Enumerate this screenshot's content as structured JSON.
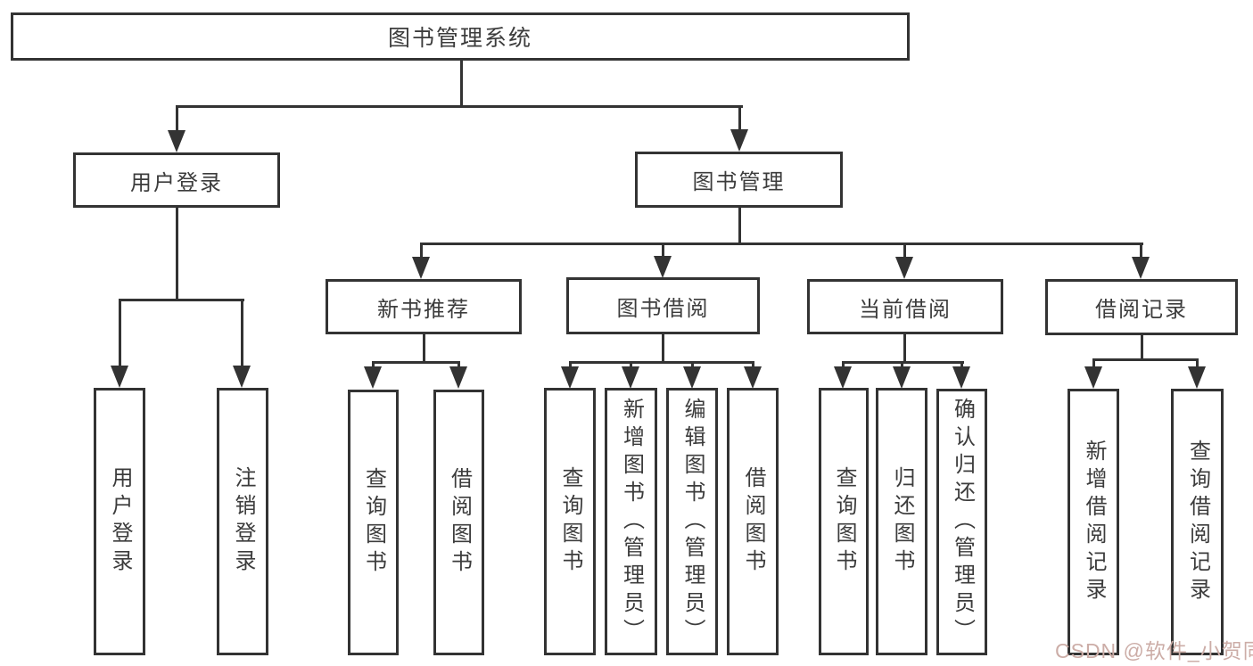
{
  "diagram": {
    "root": {
      "label": "图书管理系统"
    },
    "branches": [
      {
        "label": "用户登录",
        "children": [
          {
            "label": "用户登录"
          },
          {
            "label": "注销登录"
          }
        ]
      },
      {
        "label": "图书管理",
        "children": [
          {
            "label": "新书推荐",
            "children": [
              {
                "label": "查询图书"
              },
              {
                "label": "借阅图书"
              }
            ]
          },
          {
            "label": "图书借阅",
            "children": [
              {
                "label": "查询图书"
              },
              {
                "label": "新增图书（管理员）"
              },
              {
                "label": "编辑图书（管理员）"
              },
              {
                "label": "借阅图书"
              }
            ]
          },
          {
            "label": "当前借阅",
            "children": [
              {
                "label": "查询图书"
              },
              {
                "label": "归还图书"
              },
              {
                "label": "确认归还（管理员）"
              }
            ]
          },
          {
            "label": "借阅记录",
            "children": [
              {
                "label": "新增借阅记录"
              },
              {
                "label": "查询借阅记录"
              }
            ]
          }
        ]
      }
    ],
    "watermark": "CSDN @软件_小贺同学",
    "colors": {
      "line": "#333333",
      "text": "#3c3c3c",
      "watermark": "#ccada7",
      "background": "#ffffff"
    }
  }
}
